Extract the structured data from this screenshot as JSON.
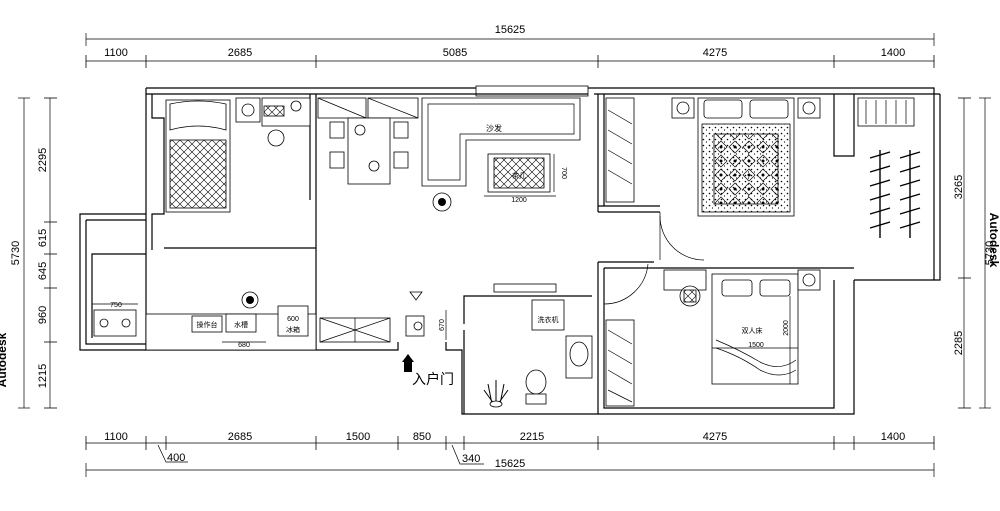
{
  "dimensions": {
    "top_total": "15625",
    "top_segments": [
      "1100",
      "2685",
      "5085",
      "4275",
      "1400"
    ],
    "bottom_segments": [
      "1100",
      "2685",
      "1500",
      "850",
      "2215",
      "4275",
      "1400"
    ],
    "bottom_small": [
      "400",
      "340"
    ],
    "bottom_total": "15625",
    "left_segments": [
      "2295",
      "615",
      "645",
      "960",
      "1215"
    ],
    "left_total": "5730",
    "right_segments": [
      "3265",
      "2285"
    ],
    "right_total": "5730"
  },
  "watermarks": {
    "left": "Autodesk",
    "right": "Autodesk"
  },
  "labels": {
    "sofa": "沙发",
    "coffee_table": "茶几",
    "coffee_table_w": "1200",
    "coffee_table_h": "700",
    "counter_len": "750",
    "fridge_w": "600",
    "fridge": "冰箱",
    "sink_len": "680",
    "op_table": "操作台",
    "sink": "水槽",
    "entrance": "入户门",
    "door_w": "670",
    "washer": "洗衣机",
    "double_bed": "双人床",
    "bed_w": "1500",
    "bed_h": "2000"
  }
}
